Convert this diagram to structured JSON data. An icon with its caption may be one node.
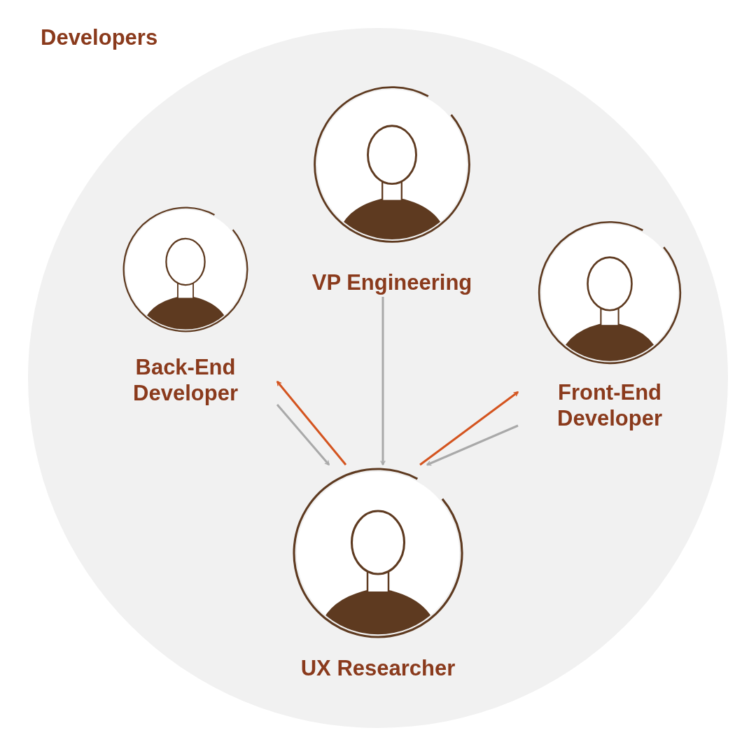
{
  "diagram": {
    "nodes": [
      {
        "text": [
          "Developers"
        ]
      },
      {
        "text": [
          "VP Engineering"
        ],
        "in": 0
      },
      {
        "text": [
          "Back-End Developer"
        ],
        "in": 0
      },
      {
        "text": [
          "Front-End Developer"
        ],
        "in": 0
      },
      {
        "text": [
          "UX Researcher"
        ],
        "in": 0
      }
    ],
    "edges": [
      {
        "from": 1,
        "to": 4,
        "arrow": "to"
      },
      {
        "from": 2,
        "to": 4,
        "arrow": "to"
      },
      {
        "from": 3,
        "to": 4,
        "arrow": "to"
      },
      {
        "from": 4,
        "to": 2,
        "arrow": "to",
        "color": "#d4541f"
      },
      {
        "from": 4,
        "to": 3,
        "arrow": "to",
        "color": "#d4541f"
      }
    ]
  }
}
